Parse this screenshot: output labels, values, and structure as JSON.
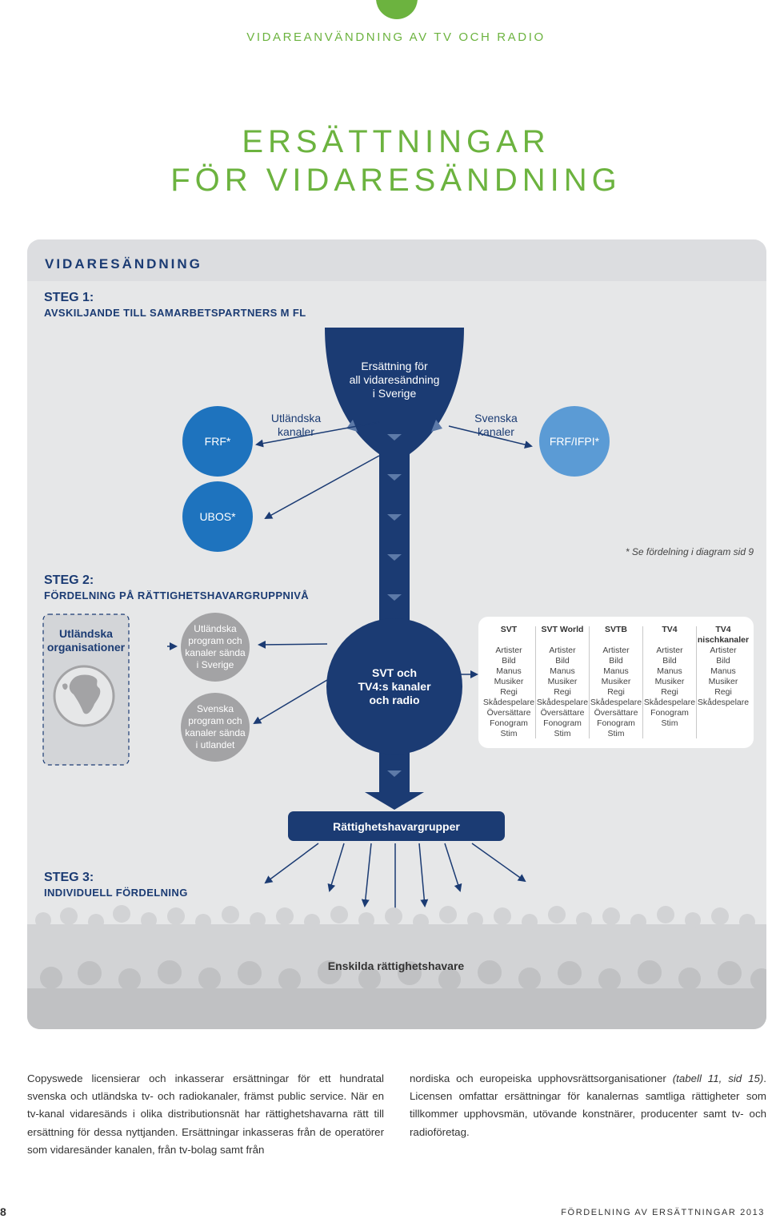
{
  "header": {
    "section": "VIDAREANVÄNDNING AV TV OCH RADIO",
    "title_line1": "ERSÄTTNINGAR",
    "title_line2": "FÖR VIDARESÄNDNING"
  },
  "panel": {
    "label": "VIDARESÄNDNING",
    "steg1_title": "STEG 1:",
    "steg1_sub": "AVSKILJANDE TILL SAMARBETSPARTNERS M FL",
    "big_circle": [
      "Ersättning för",
      "all vidaresändning",
      "i Sverige"
    ],
    "utl_kanaler": [
      "Utländska",
      "kanaler"
    ],
    "sv_kanaler": [
      "Svenska",
      "kanaler"
    ],
    "frf": "FRF*",
    "frf_ifpi": "FRF/IFPI*",
    "ubos": "UBOS*",
    "note": "* Se fördelning i diagram sid 9",
    "steg2_title": "STEG 2:",
    "steg2_sub": "FÖRDELNING PÅ RÄTTIGHETSHAVARGRUPPNIVÅ",
    "utl_org": [
      "Utländska",
      "organisationer"
    ],
    "grey_top": [
      "Utländska",
      "program och",
      "kanaler sända",
      "i Sverige"
    ],
    "grey_bottom": [
      "Svenska",
      "program och",
      "kanaler sända",
      "i utlandet"
    ],
    "svt_circle": [
      "SVT och",
      "TV4:s kanaler",
      "och radio"
    ],
    "columns": [
      {
        "head": "SVT",
        "items": [
          "Artister",
          "Bild",
          "Manus",
          "Musiker",
          "Regi",
          "Skådespelare",
          "Översättare",
          "Fonogram",
          "Stim"
        ]
      },
      {
        "head": "SVT World",
        "items": [
          "Artister",
          "Bild",
          "Manus",
          "Musiker",
          "Regi",
          "Skådespelare",
          "Översättare",
          "Fonogram",
          "Stim"
        ]
      },
      {
        "head": "SVTB",
        "items": [
          "Artister",
          "Bild",
          "Manus",
          "Musiker",
          "Regi",
          "Skådespelare",
          "Översättare",
          "Fonogram",
          "Stim"
        ]
      },
      {
        "head": "TV4",
        "items": [
          "Artister",
          "Bild",
          "Manus",
          "Musiker",
          "Regi",
          "Skådespelare",
          "Fonogram",
          "Stim"
        ]
      },
      {
        "head": "TV4 nischkanaler",
        "items": [
          "Artister",
          "Bild",
          "Manus",
          "Musiker",
          "Regi",
          "Skådespelare"
        ]
      }
    ],
    "banner": "Rättighetshavargrupper",
    "steg3_title": "STEG 3:",
    "steg3_sub": "INDIVIDUELL FÖRDELNING",
    "crowd_label": "Enskilda rättighetshavare"
  },
  "body": {
    "left": "Copyswede licensierar och inkasserar ersättningar för ett hundratal svenska och utländska tv- och radiokanaler, främst public service. När en tv-kanal vidaresänds i olika distributionsnät har rättighetshavarna rätt till ersättning för dessa nyttjanden. Ersättningar inkasseras från de operatörer som vidaresänder kanalen, från tv-bolag samt från",
    "right_part1": "nordiska och europeiska upphovsrättsorganisationer ",
    "right_italic": "(tabell 11, sid 15)",
    "right_part2": ". Licensen omfattar ersättningar för kanalernas samtliga rättigheter som tillkommer upphovsmän, utövande konstnärer, producenter samt tv- och radioföretag."
  },
  "footer": {
    "page_number": "8",
    "right": "FÖRDELNING AV ERSÄTTNINGAR 2013"
  },
  "colors": {
    "green": "#6cb33f",
    "navy": "#1b3b73",
    "blue": "#1e73be",
    "light_blue": "#5b9bd5",
    "grey": "#a3a3a5"
  }
}
